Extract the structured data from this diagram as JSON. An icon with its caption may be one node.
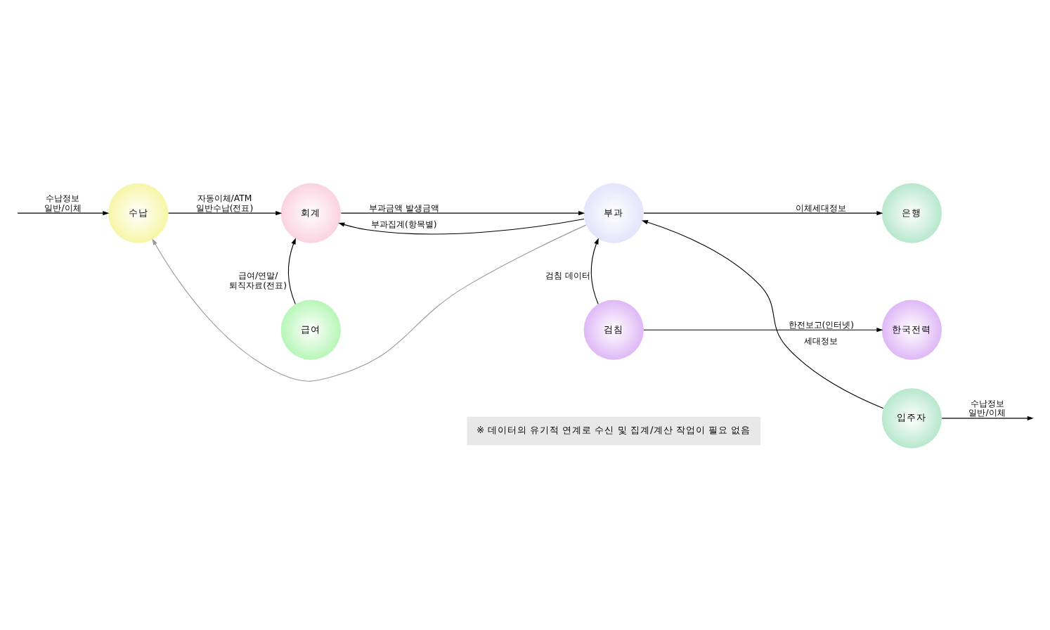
{
  "diagram": {
    "nodes": [
      {
        "text": [
          "수납"
        ]
      },
      {
        "text": [
          "회계"
        ]
      },
      {
        "text": [
          "부과"
        ]
      },
      {
        "text": [
          "은행"
        ]
      },
      {
        "text": [
          "입주자"
        ]
      },
      {
        "text": [
          "급여"
        ]
      },
      {
        "text": [
          "검침"
        ]
      },
      {
        "text": [
          "한국전력"
        ]
      }
    ],
    "edges": [
      {
        "from": null,
        "to": 0,
        "arrow": "to",
        "label": "수납정보 일반/이체"
      },
      {
        "from": 0,
        "to": 1,
        "arrow": "to",
        "label": "자동이체/ATM 일반수납(전표)"
      },
      {
        "from": 1,
        "to": 2,
        "arrow": "to",
        "label": "부과금액 발생금액"
      },
      {
        "from": 2,
        "to": 1,
        "arrow": "to",
        "label": "부과집계(항목별)"
      },
      {
        "from": 2,
        "to": 0,
        "arrow": "to",
        "color": "#999999"
      },
      {
        "from": 2,
        "to": 3,
        "arrow": "to",
        "label": "이체세대정보"
      },
      {
        "from": 4,
        "to": 2,
        "arrow": "to",
        "label": "세대정보"
      },
      {
        "from": 4,
        "to": null,
        "arrow": "to",
        "label": "수납정보 일반/이체"
      },
      {
        "from": 5,
        "to": 1,
        "arrow": "to",
        "label": "급여/연말/ 퇴직자료(전표)"
      },
      {
        "from": 6,
        "to": 2,
        "arrow": "to",
        "label": "검침 데이터"
      },
      {
        "from": 6,
        "to": 7,
        "arrow": "to",
        "label": "한전보고(인터넷)"
      }
    ],
    "labels": [
      "※ 데이터의 유기적 연계로 수신 및 집계/계산 작업이 필요 없음"
    ]
  }
}
